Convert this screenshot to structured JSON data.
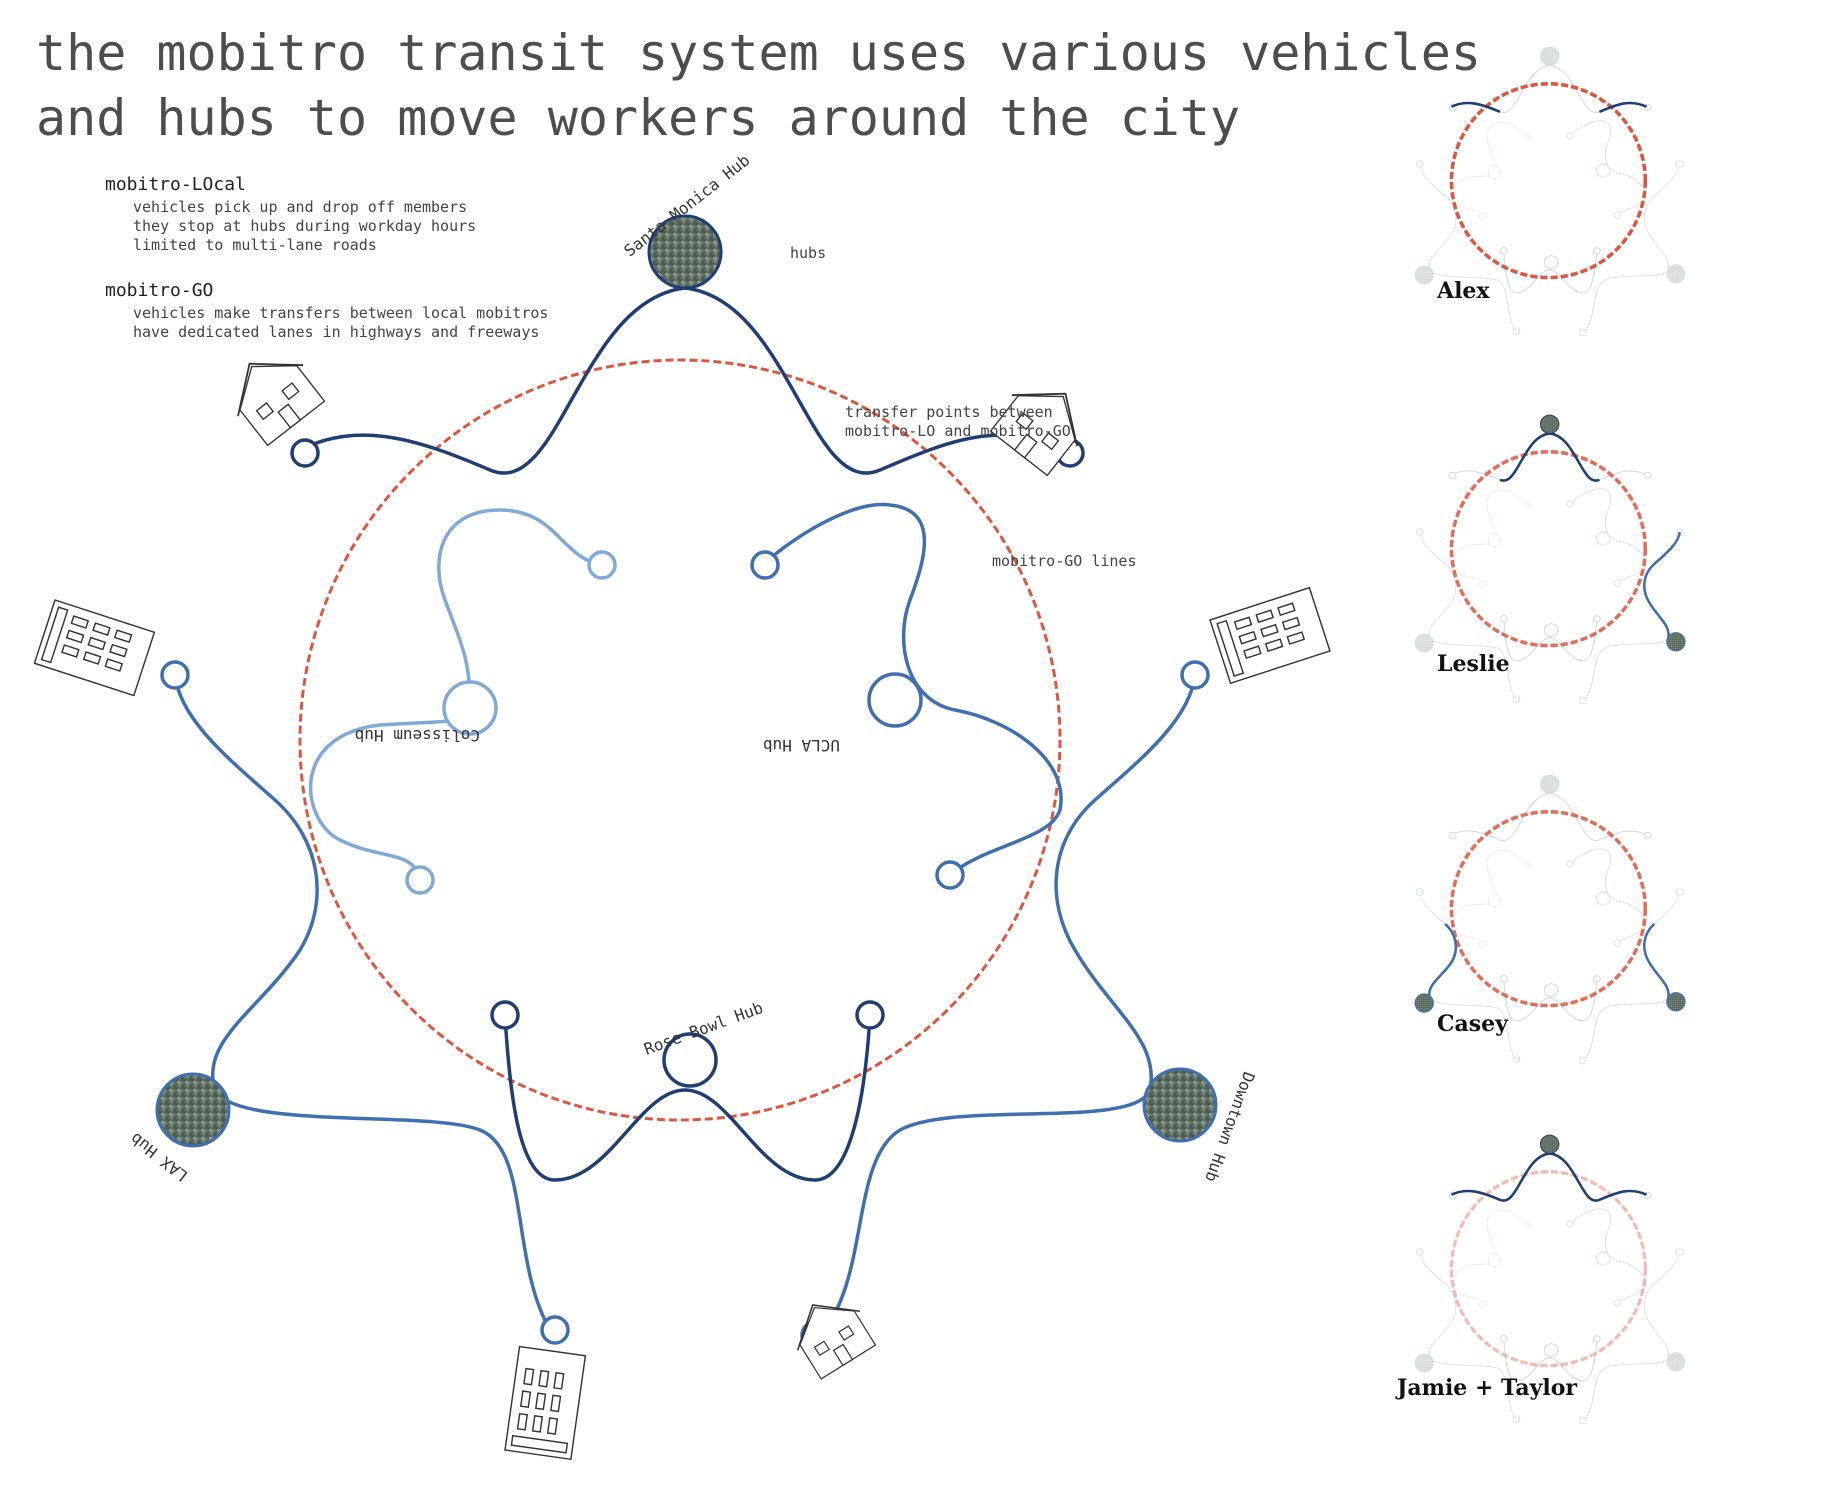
{
  "title": {
    "line1": "the mobitro transit system uses various vehicles",
    "line2": "and hubs to move workers around the city"
  },
  "legend": {
    "local": {
      "heading": "mobitro-LOcal",
      "lines": [
        "vehicles pick up and drop off members",
        "they stop at hubs during workday hours",
        "limited to multi-lane roads"
      ]
    },
    "go": {
      "heading": "mobitro-GO",
      "lines": [
        "vehicles make transfers between local mobitros",
        "have dedicated lanes in highways and freeways"
      ]
    }
  },
  "annotations": {
    "hubs": "hubs",
    "transfer_line1": "transfer points between",
    "transfer_line2": "mobitro-LO and mobitro-GO",
    "go_lines": "mobitro-GO lines"
  },
  "hubs": {
    "santa_monica": "Santa Monica Hub",
    "coliseum": "Colisseum Hub",
    "ucla": "UCLA Hub",
    "rose_bowl": "Rose Bowl Hub",
    "lax": "LAX Hub",
    "downtown": "Downtown Hub"
  },
  "people": [
    "Alex",
    "Leslie",
    "Casey",
    "Jamie + Taylor"
  ],
  "colors": {
    "ring": "#d9583f",
    "dark_blue": "#1f3f74",
    "mid_blue": "#3f6fb0",
    "light_blue": "#7fa9d6",
    "hub_photo": "#6b7d6e"
  },
  "icons": {
    "house": "house-icon",
    "office": "office-building-icon",
    "hub_photo": "aerial-photo-icon"
  }
}
